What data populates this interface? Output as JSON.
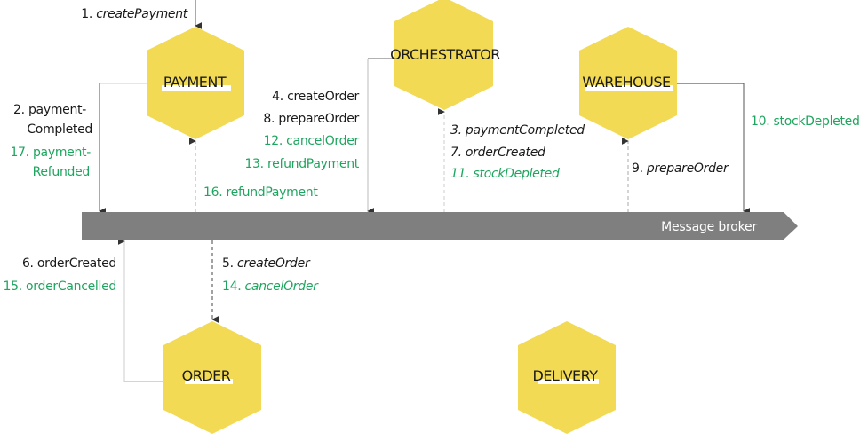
{
  "colors": {
    "hexagon": "#f2da55",
    "broker": "#7f7f7f",
    "compensation": "#1fa55f",
    "normal": "#1a1a1a",
    "line": "#555555",
    "line_light": "#bbbbbb"
  },
  "services": {
    "payment": "PAYMENT",
    "orchestrator": "ORCHESTRATOR",
    "warehouse": "WAREHOUSE",
    "order": "ORDER",
    "delivery": "DELIVERY"
  },
  "broker": {
    "label": "Message broker"
  },
  "messages": {
    "m1": {
      "num": "1.",
      "text": "createPayment"
    },
    "m2a": {
      "num": "2.",
      "text": "payment-"
    },
    "m2b": {
      "text": "Completed"
    },
    "m17a": {
      "num": "17.",
      "text": "payment-"
    },
    "m17b": {
      "text": "Refunded"
    },
    "m4": {
      "num": "4.",
      "text": "createOrder"
    },
    "m8": {
      "num": "8.",
      "text": "prepareOrder"
    },
    "m12": {
      "num": "12.",
      "text": "cancelOrder"
    },
    "m13": {
      "num": "13.",
      "text": "refundPayment"
    },
    "m16": {
      "num": "16.",
      "text": "refundPayment"
    },
    "m3": {
      "num": "3.",
      "text": "paymentCompleted"
    },
    "m7": {
      "num": "7.",
      "text": "orderCreated"
    },
    "m11": {
      "num": "11.",
      "text": "stockDepleted"
    },
    "m9": {
      "num": "9.",
      "text": "prepareOrder"
    },
    "m10": {
      "num": "10.",
      "text": "stockDepleted"
    },
    "m6": {
      "num": "6.",
      "text": "orderCreated"
    },
    "m15": {
      "num": "15.",
      "text": "orderCancelled"
    },
    "m5": {
      "num": "5.",
      "text": "createOrder"
    },
    "m14": {
      "num": "14.",
      "text": "cancelOrder"
    }
  }
}
